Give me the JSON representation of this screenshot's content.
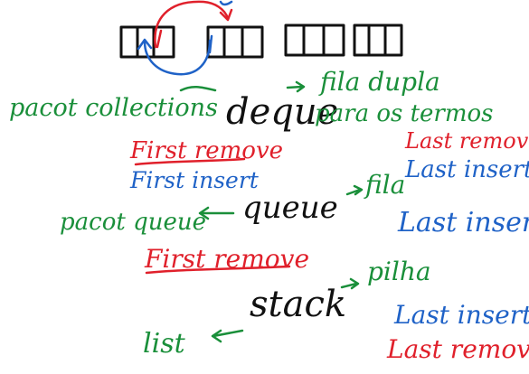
{
  "colors": {
    "black": "#111111",
    "green": "#1a8f3a",
    "blue": "#1f62c7",
    "red": "#e0202b"
  },
  "center": {
    "deque": "deque",
    "queue": "queue",
    "stack": "stack"
  },
  "left": {
    "pacot_collections": "pacot collections",
    "first_remove_1": "First remove",
    "first_insert": "First insert",
    "pacot_queue": "pacot queue",
    "first_remove_2": "First remove",
    "list": "list"
  },
  "right": {
    "fila_dupla": "fila dupla",
    "para_os_termos": "para os termos",
    "last_remove_1": "Last remove",
    "last_insert_1": "Last insert",
    "fila": "fila",
    "last_insert_2": "Last insert",
    "pilha": "pilha",
    "last_insert_3": "Last insert",
    "last_remove_2": "Last remove"
  }
}
